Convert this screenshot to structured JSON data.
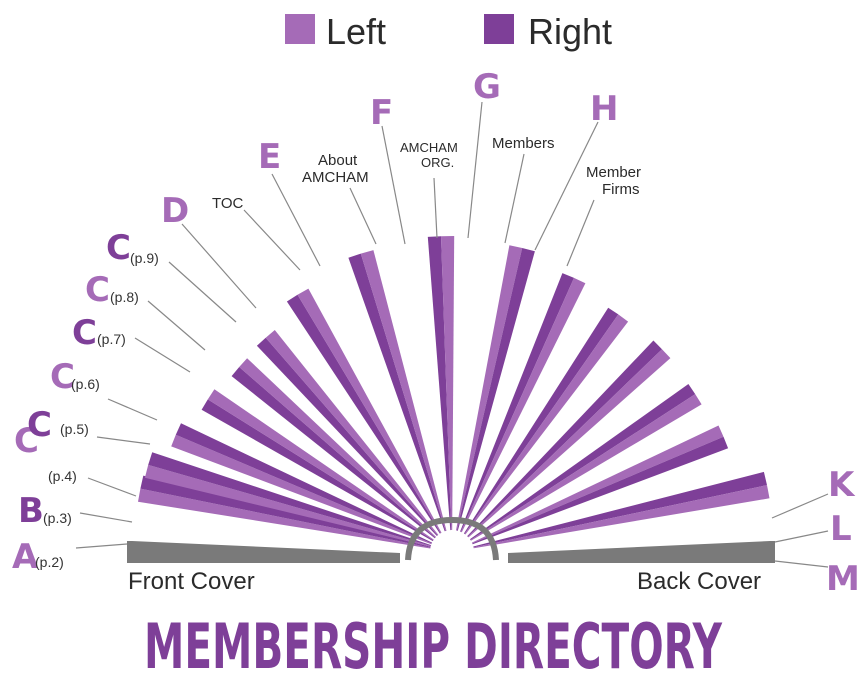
{
  "legend": {
    "left_label": "Left",
    "right_label": "Right",
    "left_color": "#a56bb7",
    "right_color": "#7e3f98"
  },
  "diagram": {
    "letters": {
      "A": "A",
      "B": "B",
      "C5a": "C",
      "C5b": "C",
      "C6": "C",
      "C7": "C",
      "C8": "C",
      "C9": "C",
      "D": "D",
      "E": "E",
      "F": "F",
      "G": "G",
      "H": "H",
      "K": "K",
      "L": "L",
      "M": "M"
    },
    "pages": {
      "p2": "(p.2)",
      "p3": "(p.3)",
      "p4": "(p.4)",
      "p5": "(p.5)",
      "p6": "(p.6)",
      "p7": "(p.7)",
      "p8": "(p.8)",
      "p9": "(p.9)"
    },
    "sections": {
      "toc": "TOC",
      "about_1": "About",
      "about_2": "AMCHAM",
      "org_1": "AMCHAM",
      "org_2": "ORG.",
      "members": "Members",
      "firms_1": "Member",
      "firms_2": "Firms"
    },
    "front_cover": "Front Cover",
    "back_cover": "Back Cover",
    "cover_color": "#7a7a7a"
  },
  "title": "MEMBERSHIP DIRECTORY"
}
